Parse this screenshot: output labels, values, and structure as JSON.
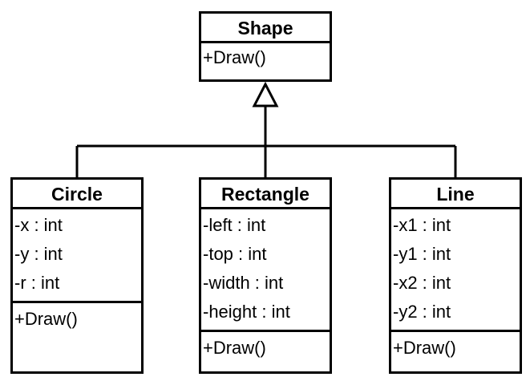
{
  "classes": {
    "shape": {
      "name": "Shape",
      "attributes": [],
      "methods": [
        "+Draw()"
      ]
    },
    "circle": {
      "name": "Circle",
      "attributes": [
        "-x : int",
        "-y : int",
        "-r : int"
      ],
      "methods": [
        "+Draw()"
      ]
    },
    "rectangle": {
      "name": "Rectangle",
      "attributes": [
        "-left : int",
        "-top : int",
        "-width : int",
        "-height : int"
      ],
      "methods": [
        "+Draw()"
      ]
    },
    "line": {
      "name": "Line",
      "attributes": [
        "-x1 : int",
        "-y1 : int",
        "-x2 : int",
        "-y2 : int"
      ],
      "methods": [
        "+Draw()"
      ]
    }
  },
  "relationships": [
    {
      "type": "generalization",
      "from": "circle",
      "to": "shape"
    },
    {
      "type": "generalization",
      "from": "rectangle",
      "to": "shape"
    },
    {
      "type": "generalization",
      "from": "line",
      "to": "shape"
    }
  ],
  "colors": {
    "stroke": "#000000",
    "fill": "#ffffff"
  }
}
